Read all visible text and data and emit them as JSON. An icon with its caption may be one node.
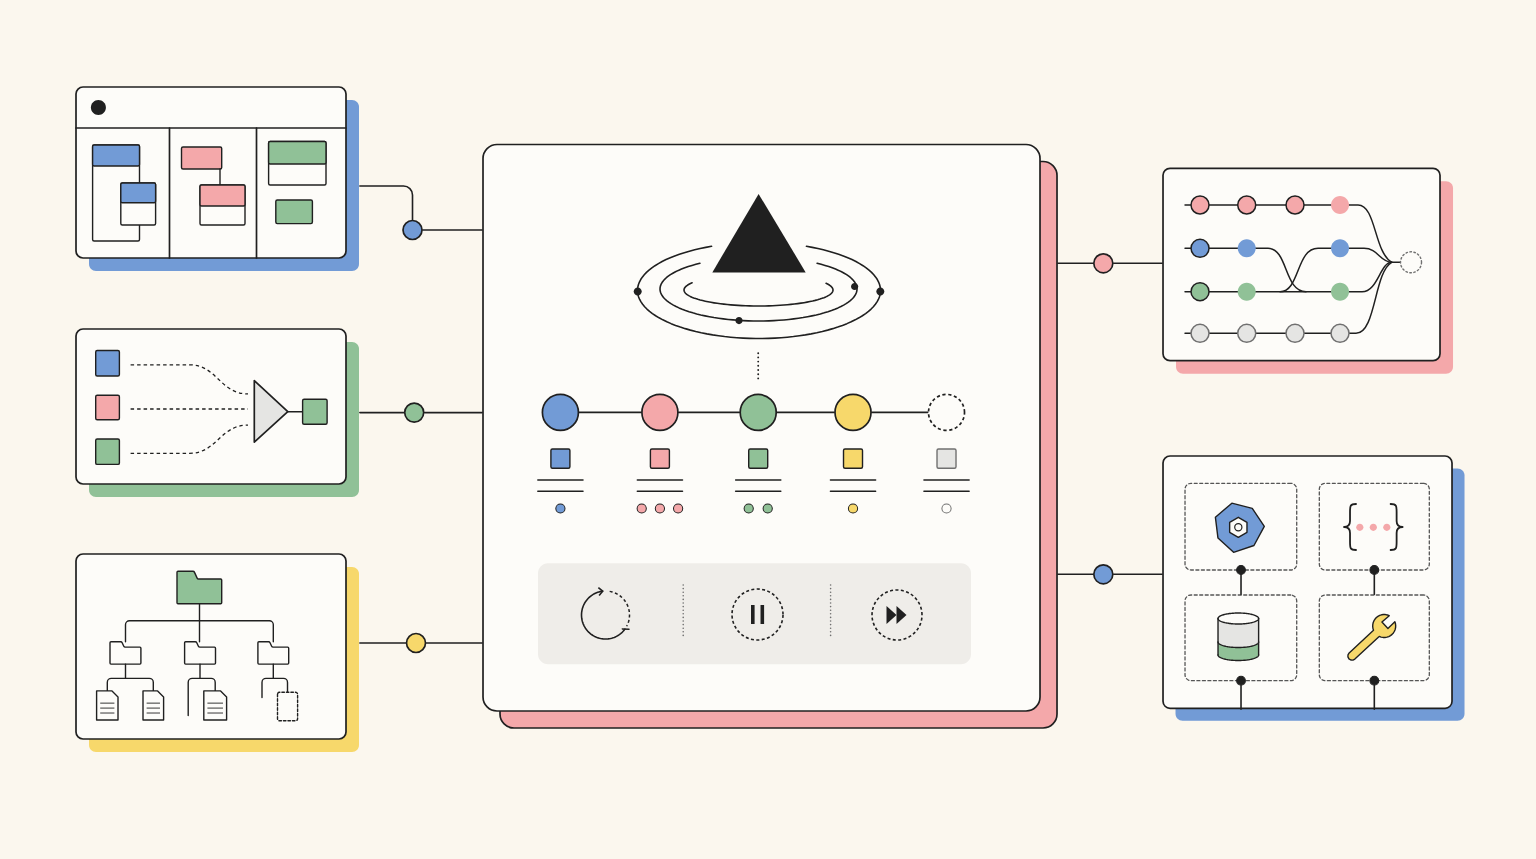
{
  "diagram": {
    "nodes": [
      {
        "text": [],
        "shape": "box"
      },
      {
        "text": [],
        "shape": "circle"
      },
      {
        "text": [],
        "shape": "box"
      },
      {
        "text": [],
        "shape": "circle"
      },
      {
        "text": [],
        "shape": "box"
      },
      {
        "text": [],
        "shape": "circle"
      },
      {
        "text": [],
        "shape": "box"
      },
      {
        "text": [],
        "shape": "picture",
        "in": 6
      },
      {
        "text": [],
        "shape": "circle",
        "in": 6
      },
      {
        "text": [],
        "shape": "circle",
        "in": 6
      },
      {
        "text": [],
        "shape": "circle",
        "in": 6
      },
      {
        "text": [],
        "shape": "circle",
        "in": 6
      },
      {
        "text": [],
        "shape": "circle",
        "in": 6
      },
      {
        "text": [],
        "shape": "circle"
      },
      {
        "text": [],
        "shape": "box"
      },
      {
        "text": [],
        "shape": "circle"
      },
      {
        "text": [],
        "shape": "box"
      },
      {
        "text": [],
        "shape": "box",
        "in": 16
      },
      {
        "text": [],
        "shape": "box",
        "in": 16
      },
      {
        "text": [],
        "shape": "circle",
        "in": 16
      },
      {
        "text": [],
        "shape": "circle",
        "in": 16
      },
      {
        "text": [],
        "shape": "box",
        "in": 16
      },
      {
        "text": [],
        "shape": "box",
        "in": 16
      },
      {
        "text": [],
        "shape": "circle",
        "in": 16
      },
      {
        "text": [],
        "shape": "circle",
        "in": 16
      }
    ],
    "edges": [
      {
        "from": 0,
        "to": 1,
        "arrow": "none"
      },
      {
        "from": 1,
        "to": 6,
        "arrow": "none"
      },
      {
        "from": 2,
        "to": 3,
        "arrow": "none"
      },
      {
        "from": 3,
        "to": 6,
        "arrow": "none"
      },
      {
        "from": 4,
        "to": 5,
        "arrow": "none"
      },
      {
        "from": 5,
        "to": 6,
        "arrow": "none"
      },
      {
        "from": 7,
        "to": 10,
        "arrow": "none",
        "style": "dashed"
      },
      {
        "from": 8,
        "to": 9,
        "arrow": "none"
      },
      {
        "from": 9,
        "to": 10,
        "arrow": "none"
      },
      {
        "from": 10,
        "to": 11,
        "arrow": "none"
      },
      {
        "from": 11,
        "to": 12,
        "arrow": "none"
      },
      {
        "from": 6,
        "to": 13,
        "arrow": "none"
      },
      {
        "from": 13,
        "to": 14,
        "arrow": "none"
      },
      {
        "from": 6,
        "to": 15,
        "arrow": "none"
      },
      {
        "from": 15,
        "to": 16,
        "arrow": "none"
      },
      {
        "from": 19,
        "to": 21,
        "arrow": "none"
      },
      {
        "from": 20,
        "to": 22,
        "arrow": "none"
      },
      {
        "from": 23,
        "to": 16,
        "arrow": "none"
      },
      {
        "from": 24,
        "to": 16,
        "arrow": "none"
      }
    ]
  }
}
